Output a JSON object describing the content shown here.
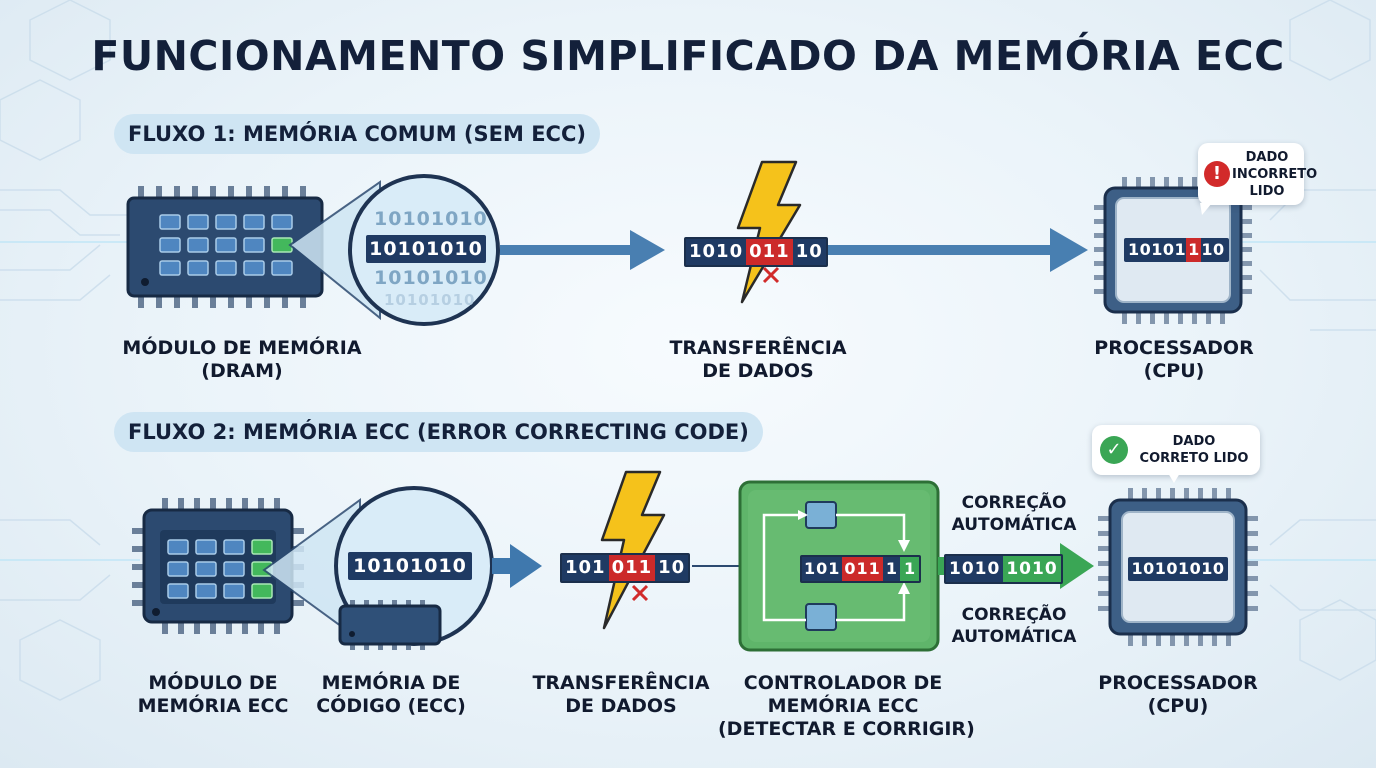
{
  "title": "FUNCIONAMENTO SIMPLIFICADO DA MEMÓRIA ECC",
  "flow1": {
    "heading": "FLUXO 1: MEMÓRIA COMUM (SEM ECC)",
    "module_label_line1": "MÓDULO DE MEMÓRIA",
    "module_label_line2": "(DRAM)",
    "zoom_bits_top": "10101010",
    "zoom_bits_mid": "10101010",
    "zoom_bits_bottom": "10101010",
    "zoom_bits_faded": "10101010",
    "transfer_bits_ok_a": "1010",
    "transfer_bits_err": "011",
    "transfer_bits_ok_b": "10",
    "transfer_label_line1": "TRANSFERÊNCIA",
    "transfer_label_line2": "DE DADOS",
    "cpu_bits_a": "10101",
    "cpu_bits_err": "1",
    "cpu_bits_b": "10",
    "cpu_label_line1": "PROCESSADOR",
    "cpu_label_line2": "(CPU)",
    "callout_line1": "DADO",
    "callout_line2": "INCORRETO",
    "callout_line3": "LIDO",
    "callout_icon": "!"
  },
  "flow2": {
    "heading": "FLUXO 2: MEMÓRIA ECC (ERROR CORRECTING CODE)",
    "module_label_line1": "MÓDULO DE",
    "module_label_line2": "MEMÓRIA ECC",
    "code_label_line1": "MEMÓRIA DE",
    "code_label_line2": "CÓDIGO (ECC)",
    "zoom_bits": "10101010",
    "transfer_bits_ok_a": "101",
    "transfer_bits_err": "011",
    "transfer_bits_ok_b": "10",
    "transfer_label_line1": "TRANSFERÊNCIA",
    "transfer_label_line2": "DE DADOS",
    "controller_bits_ok_a": "101",
    "controller_bits_err": "011",
    "controller_bits_ok_b": "1",
    "controller_bits_fix": "1",
    "controller_label_line1": "CONTROLADOR DE",
    "controller_label_line2": "MEMÓRIA ECC",
    "controller_label_line3": "(DETECTAR E CORRIGIR)",
    "corrected_bits_a": "1010",
    "corrected_bits_b": "1010",
    "correction_top_line1": "CORREÇÃO",
    "correction_top_line2": "AUTOMÁTICA",
    "correction_bottom_line1": "CORREÇÃO",
    "correction_bottom_line2": "AUTOMÁTICA",
    "cpu_bits": "10101010",
    "cpu_label_line1": "PROCESSADOR",
    "cpu_label_line2": "(CPU)",
    "callout_line1": "DADO",
    "callout_line2": "CORRETO LIDO",
    "callout_icon": "✓"
  },
  "colors": {
    "navy": "#13203a",
    "bit_bg": "#1f3a63",
    "error_red": "#cc2a2a",
    "ok_green": "#3aa655",
    "arrow_blue": "#3f78ad",
    "bolt_yellow": "#f5c21b"
  }
}
